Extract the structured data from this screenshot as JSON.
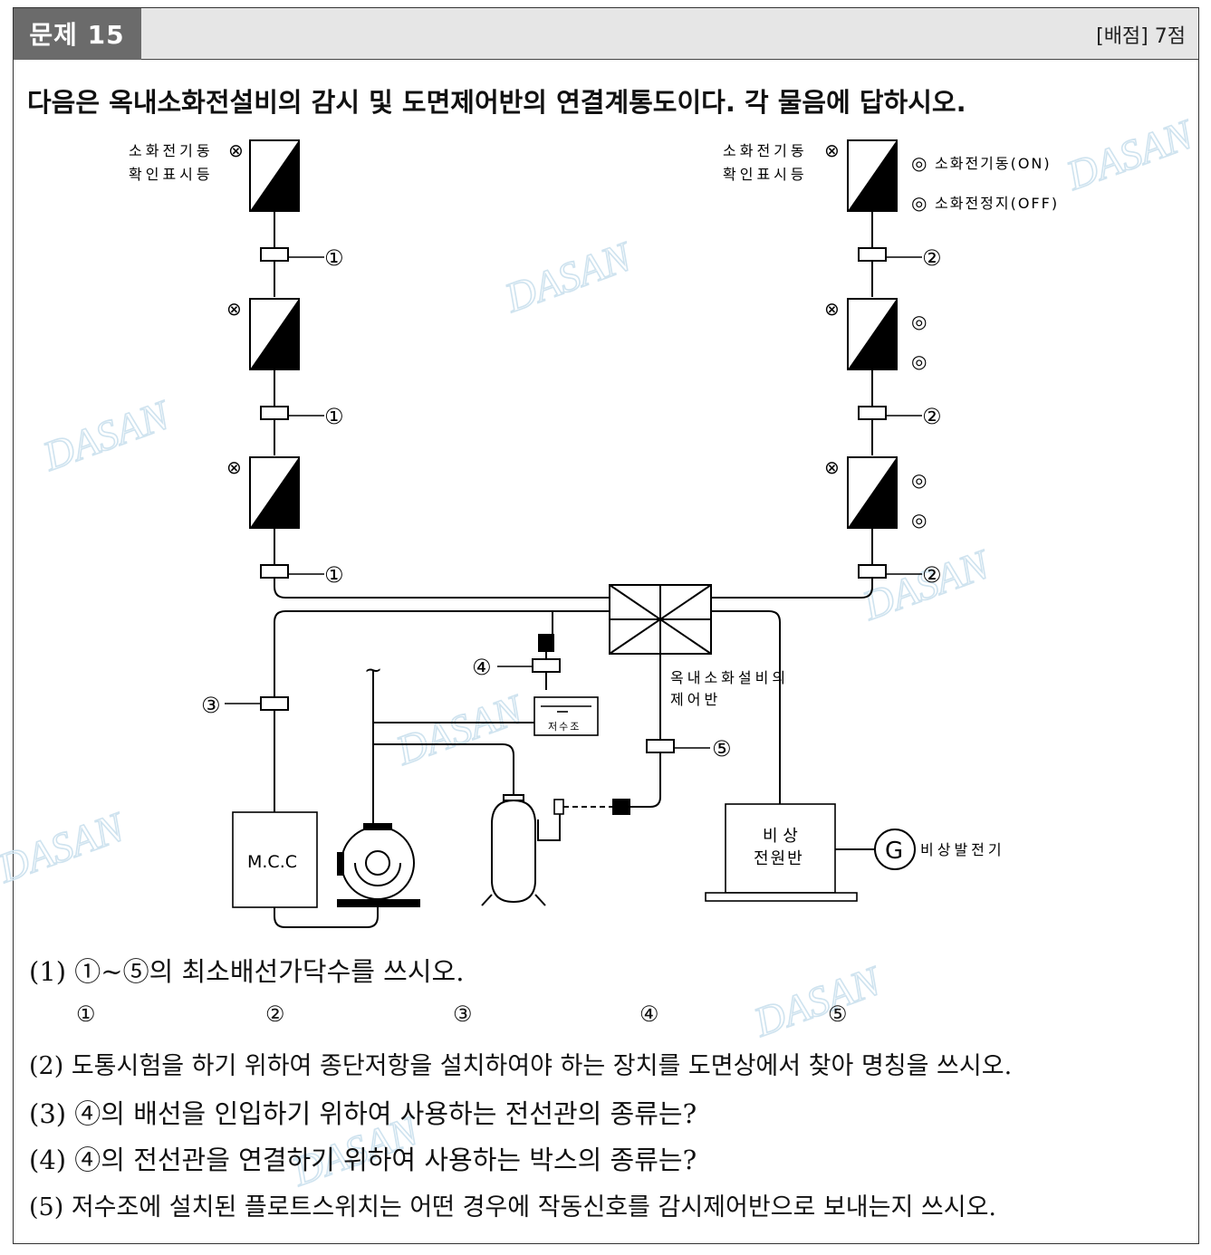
{
  "header": {
    "badge": "문제 15",
    "points": "[배점] 7점"
  },
  "intro": "다음은 옥내소화전설비의 감시 및 도면제어반의 연결계통도이다. 각 물음에 답하시오.",
  "diagram": {
    "indicator_label_line1": "소화전기동",
    "indicator_label_line2": "확인표시등",
    "lamp_symbol": "⊗",
    "button_symbol": "◎",
    "start_label": "소화전기동(ON)",
    "stop_label": "소화전정지(OFF)",
    "circles": [
      "①",
      "②",
      "③",
      "④",
      "⑤"
    ],
    "control_panel_line1": "옥내소화설비의",
    "control_panel_line2": "제어반",
    "tank_label": "저수조",
    "mcc_label": "M.C.C",
    "power_panel_line1": "비 상",
    "power_panel_line2": "전원반",
    "generator_symbol": "G",
    "generator_label": "비상발전기",
    "tilde": "~",
    "watermark": "DASAN"
  },
  "questions": {
    "q1": "(1) ①~⑤의 최소배선가닥수를 쓰시오.",
    "q1_items": [
      "①",
      "②",
      "③",
      "④",
      "⑤"
    ],
    "q2": "(2) 도통시험을 하기 위하여 종단저항을 설치하여야 하는 장치를 도면상에서 찾아 명칭을 쓰시오.",
    "q3": "(3) ④의 배선을 인입하기 위하여 사용하는 전선관의 종류는?",
    "q4": "(4) ④의 전선관을 연결하기 위하여 사용하는 박스의 종류는?",
    "q5": "(5) 저수조에 설치된 플로트스위치는 어떤 경우에 작동신호를 감시제어반으로 보내는지 쓰시오."
  },
  "colors": {
    "watermark": "#cfe3ef",
    "badge": "#6b6b6b",
    "header": "#e6e6e6"
  }
}
